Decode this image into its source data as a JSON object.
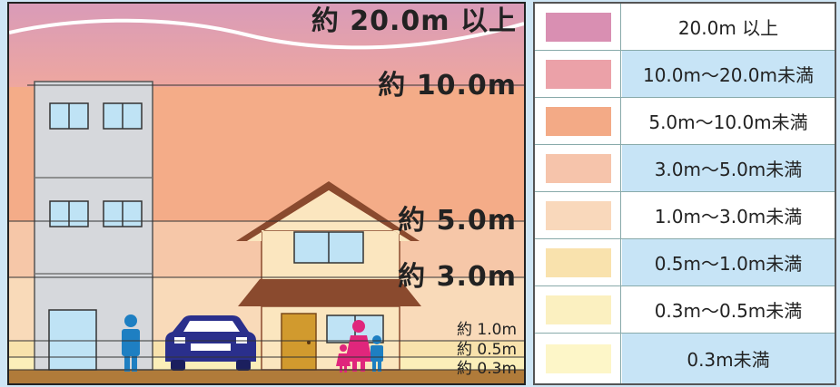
{
  "levels": [
    {
      "id": "l20",
      "label": "約 20.0m 以上"
    },
    {
      "id": "l10",
      "label": "約 10.0m"
    },
    {
      "id": "l5",
      "label": "約 5.0m"
    },
    {
      "id": "l3",
      "label": "約 3.0m"
    },
    {
      "id": "l1",
      "label": "約 1.0m"
    },
    {
      "id": "l05",
      "label": "約 0.5m"
    },
    {
      "id": "l03",
      "label": "約 0.3m"
    }
  ],
  "legend": [
    {
      "label": "20.0m 以上",
      "color": "#d98fb2"
    },
    {
      "label": "10.0m〜20.0m未満",
      "color": "#eba1a8"
    },
    {
      "label": "5.0m〜10.0m未満",
      "color": "#f3aa86"
    },
    {
      "label": "3.0m〜5.0m未満",
      "color": "#f6c4ab"
    },
    {
      "label": "1.0m〜3.0m未満",
      "color": "#f9d8bb"
    },
    {
      "label": "0.5m〜1.0m未満",
      "color": "#f9e2ad"
    },
    {
      "label": "0.3m〜0.5m未満",
      "color": "#fbf0c0"
    },
    {
      "label": "0.3m未満",
      "color": "#fdf6c8"
    }
  ],
  "colors": {
    "band_top": "#e6a3b6",
    "band_10_20": "#f2a59a",
    "band_5_10": "#f4ac88",
    "band_3_5": "#f6c7a8",
    "band_1_3": "#f9dab9",
    "band_05_1": "#f8e2ac",
    "band_03_05": "#fbefb9",
    "ground": "#b07b3a",
    "building": "#d6d8dc",
    "house": "#fbe6bf",
    "roof": "#8a4a2e",
    "car": "#2a2f8c",
    "person_blue": "#1e7fc2",
    "person_pink": "#e0267c",
    "window": "#bfe3f5"
  }
}
